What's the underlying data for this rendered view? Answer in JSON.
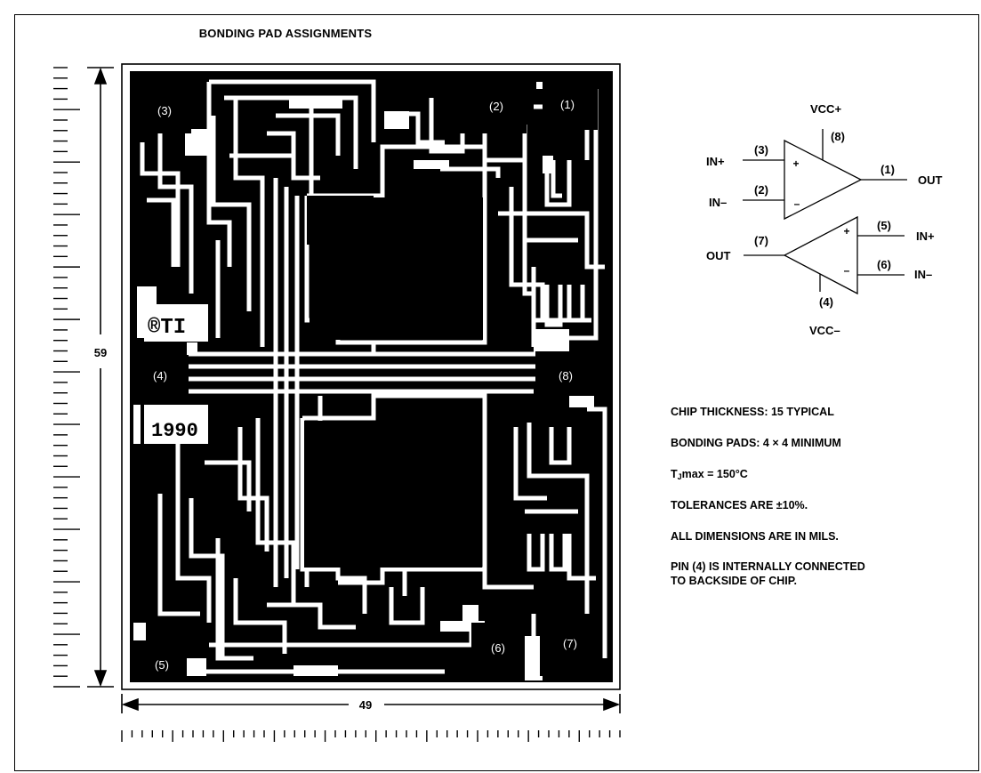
{
  "title": "BONDING PAD ASSIGNMENTS",
  "dimensions": {
    "height": "59",
    "width": "49"
  },
  "chip_marks": {
    "logo": "®TI",
    "year": "1990"
  },
  "pads": [
    {
      "id": "pad-1",
      "label": "(1)"
    },
    {
      "id": "pad-2",
      "label": "(2)"
    },
    {
      "id": "pad-3",
      "label": "(3)"
    },
    {
      "id": "pad-4",
      "label": "(4)"
    },
    {
      "id": "pad-5",
      "label": "(5)"
    },
    {
      "id": "pad-6",
      "label": "(6)"
    },
    {
      "id": "pad-7",
      "label": "(7)"
    },
    {
      "id": "pad-8",
      "label": "(8)"
    }
  ],
  "schematic": {
    "vcc_pos": "VCC+",
    "vcc_neg": "VCC–",
    "in_pos": "IN+",
    "in_neg": "IN–",
    "out": "OUT",
    "plus": "+",
    "minus": "–",
    "pins": {
      "p1": "(1)",
      "p2": "(2)",
      "p3": "(3)",
      "p4": "(4)",
      "p5": "(5)",
      "p6": "(6)",
      "p7": "(7)",
      "p8": "(8)"
    }
  },
  "notes": {
    "thickness": "CHIP THICKNESS: 15 TYPICAL",
    "pads": "BONDING PADS: 4 × 4 MINIMUM",
    "tj_prefix": "T",
    "tj_sub": "J",
    "tj_rest": "max = 150°C",
    "tolerances": "TOLERANCES ARE ±10%.",
    "dimensions": "ALL DIMENSIONS ARE IN MILS.",
    "pin4_line1": "PIN (4) IS INTERNALLY CONNECTED",
    "pin4_line2": "TO BACKSIDE OF CHIP."
  }
}
